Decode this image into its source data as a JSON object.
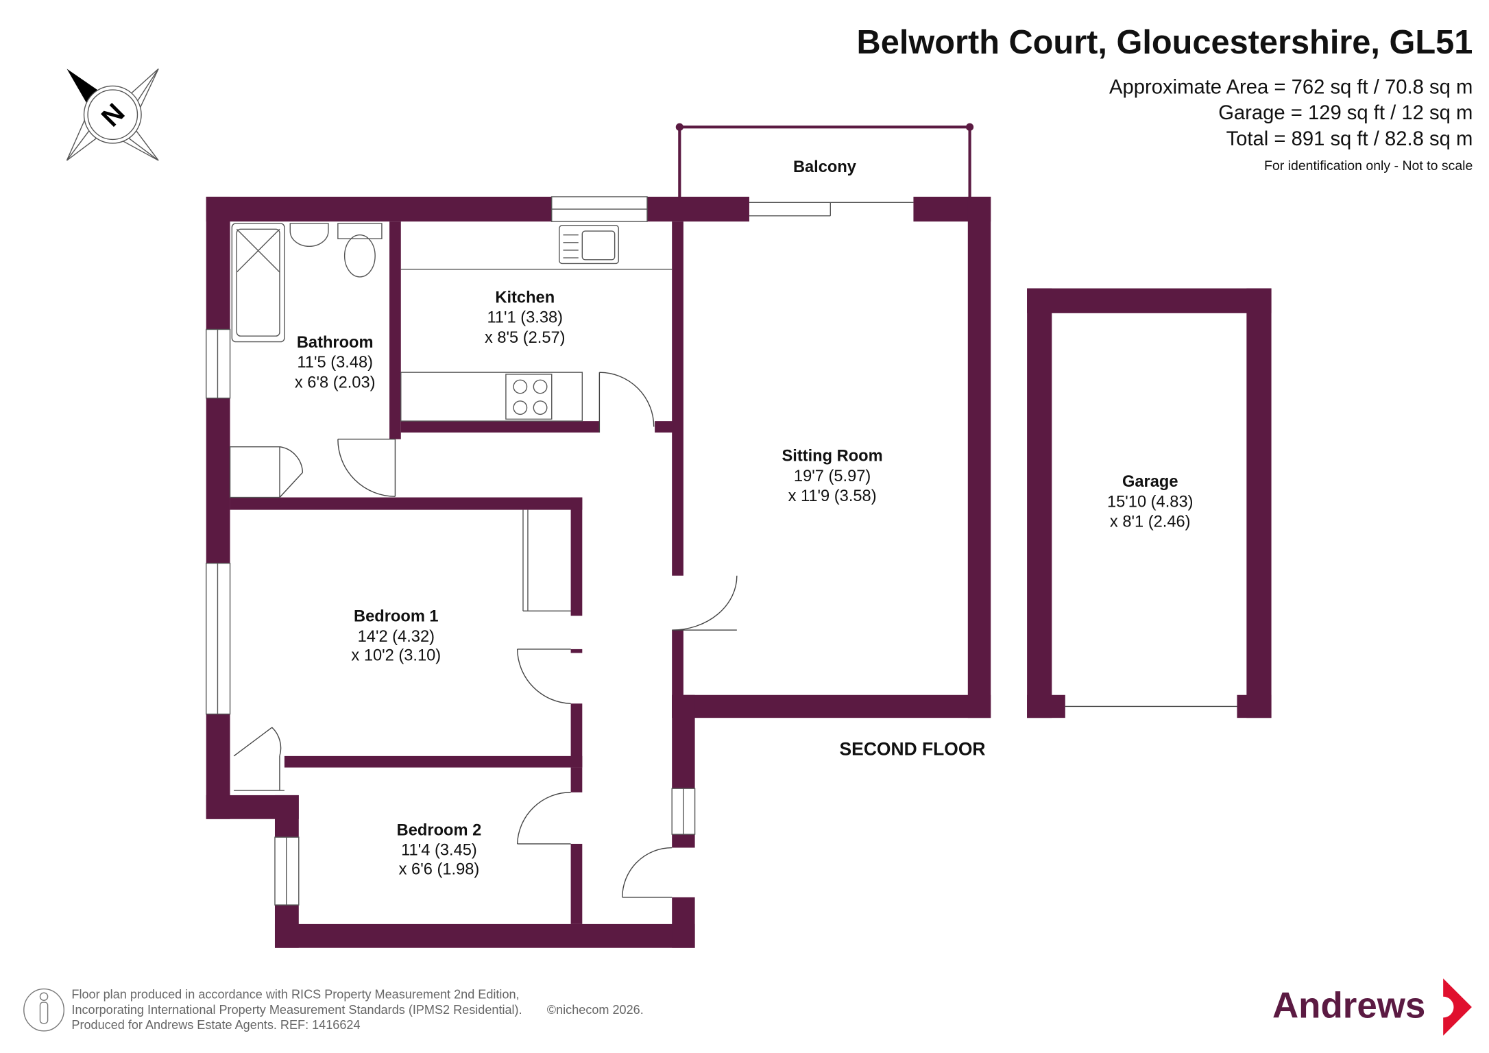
{
  "header": {
    "title": "Belworth Court, Gloucestershire, GL51",
    "area": "Approximate Area = 762 sq ft / 70.8 sq m",
    "garage": "Garage = 129 sq ft / 12 sq m",
    "total": "Total = 891 sq ft / 82.8 sq m",
    "note": "For identification only - Not to scale"
  },
  "compass": {
    "label": "N"
  },
  "rooms": [
    {
      "name": "Balcony"
    },
    {
      "name": "Kitchen",
      "dim1": "11'1 (3.38)",
      "dim2": "x 8'5 (2.57)"
    },
    {
      "name": "Bathroom",
      "dim1": "11'5 (3.48)",
      "dim2": "x 6'8 (2.03)"
    },
    {
      "name": "Sitting Room",
      "dim1": "19'7 (5.97)",
      "dim2": "x 11'9 (3.58)"
    },
    {
      "name": "Garage",
      "dim1": "15'10 (4.83)",
      "dim2": "x 8'1 (2.46)"
    },
    {
      "name": "Bedroom 1",
      "dim1": "14'2 (4.32)",
      "dim2": "x 10'2 (3.10)"
    },
    {
      "name": "Bedroom 2",
      "dim1": "11'4 (3.45)",
      "dim2": "x 6'6 (1.98)"
    }
  ],
  "floor_label": "SECOND FLOOR",
  "footer": {
    "line1": "Floor plan produced in accordance with RICS Property Measurement 2nd Edition,",
    "line2": "Incorporating International Property Measurement Standards (IPMS2 Residential).",
    "copyright": "©nichecom 2026.",
    "line3": "Produced for Andrews Estate Agents.   REF: 1416624"
  },
  "logo": {
    "text": "Andrews",
    "color": "#5b1a42",
    "accent": "#e0102e"
  },
  "colors": {
    "wall": "#5b1a42"
  }
}
